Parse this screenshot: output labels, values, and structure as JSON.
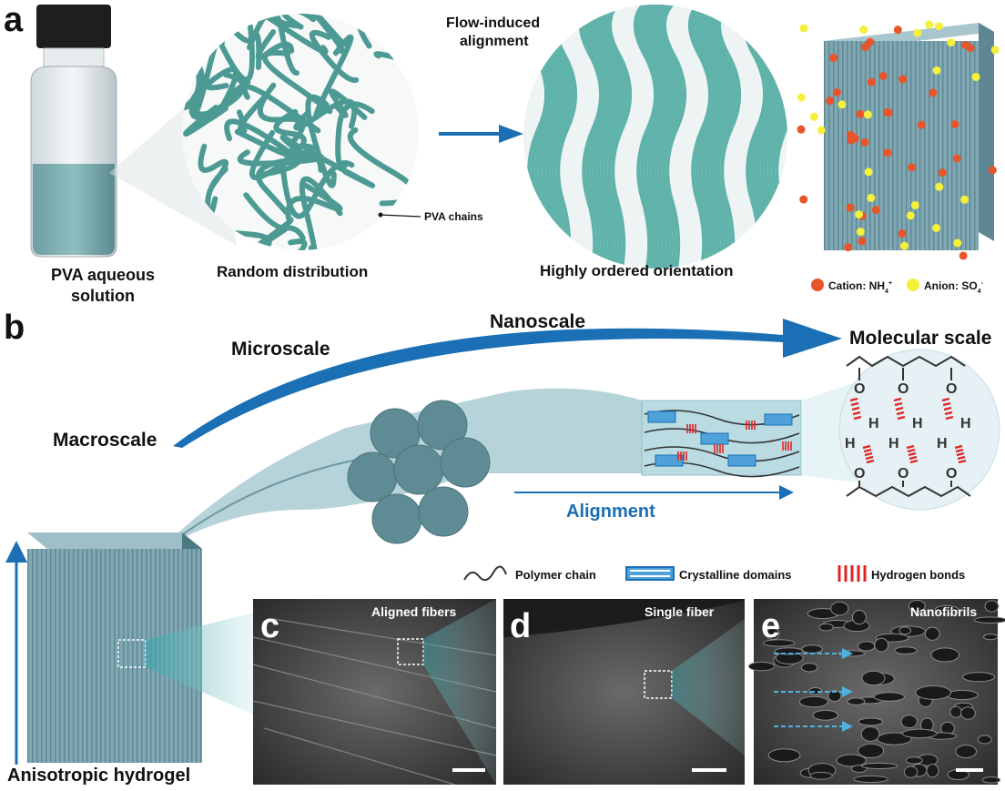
{
  "panel_a": {
    "label": "a",
    "vial_caption_line1": "PVA aqueous",
    "vial_caption_line2": "solution",
    "random_caption": "Random distribution",
    "pva_chains_label": "PVA chains",
    "flow_label_line1": "Flow-induced",
    "flow_label_line2": "alignment",
    "ordered_caption": "Highly ordered orientation",
    "legend": {
      "cation_label": "Cation: NH",
      "cation_sub": "4",
      "cation_sup": "+",
      "anion_label": "Anion: SO",
      "anion_sub": "4",
      "anion_sup": "-",
      "cation_color": "#e8552a",
      "anion_color": "#f5f03a"
    }
  },
  "panel_b": {
    "label": "b",
    "macroscale": "Macroscale",
    "microscale": "Microscale",
    "nanoscale": "Nanoscale",
    "molecular_scale": "Molecular scale",
    "alignment": "Alignment",
    "hydrogel_caption": "Anisotropic hydrogel",
    "legend": {
      "polymer_chain": "Polymer chain",
      "crystalline_domains": "Crystalline domains",
      "hydrogen_bonds": "Hydrogen bonds"
    },
    "atoms": {
      "O": "O",
      "H": "H"
    },
    "accent_color": "#1a6fb5"
  },
  "panel_c": {
    "label": "c",
    "title": "Aligned fibers"
  },
  "panel_d": {
    "label": "d",
    "title": "Single fiber"
  },
  "panel_e": {
    "label": "e",
    "title": "Nanofibrils"
  }
}
